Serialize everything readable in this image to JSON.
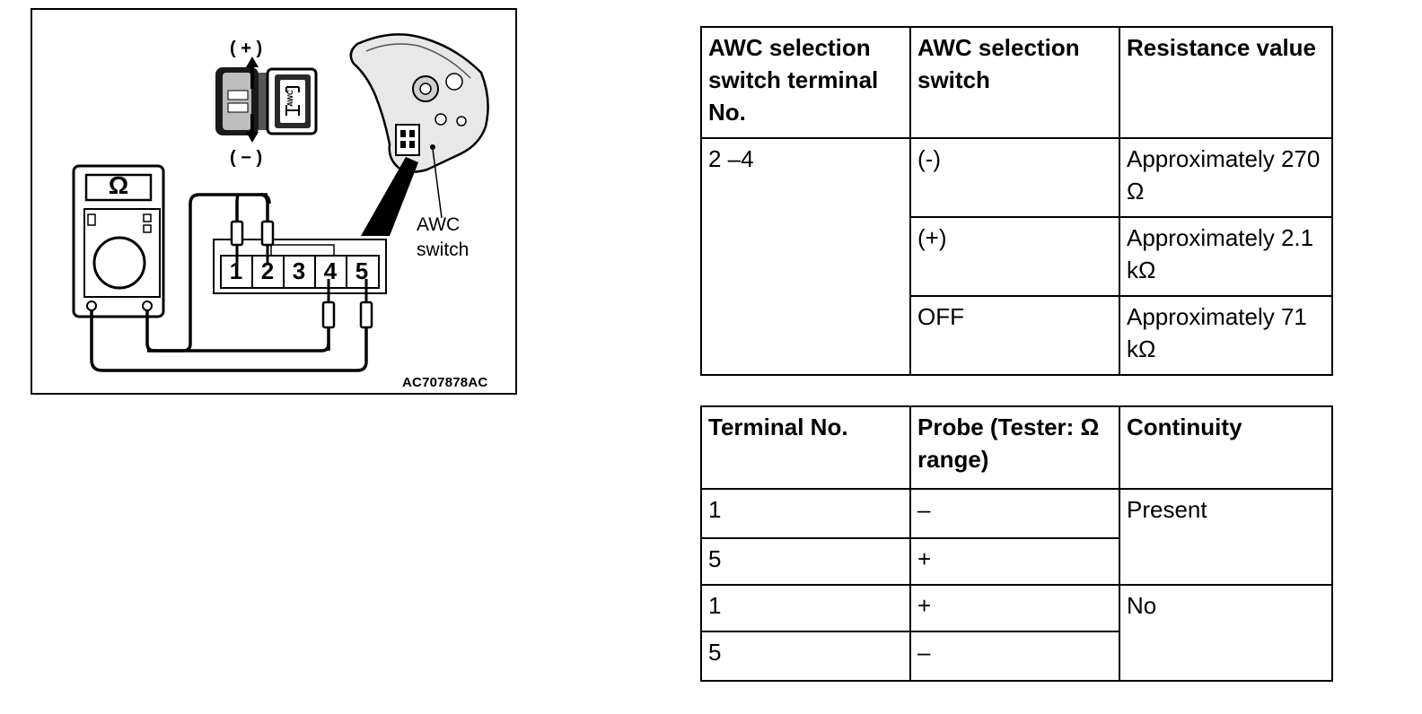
{
  "figure": {
    "id": "AC707878AC",
    "plus_label": "( + )",
    "minus_label": "( − )",
    "ohm_symbol": "Ω",
    "switch_badge": "AWC",
    "callout_line1": "AWC",
    "callout_line2": "switch",
    "connector_terminals": [
      "1",
      "2",
      "3",
      "4",
      "5"
    ]
  },
  "resistance_table": {
    "headers": [
      "AWC selection switch terminal No.",
      "AWC selection switch",
      "Resistance value"
    ],
    "terminal": "2 –4",
    "rows": [
      {
        "position": "(-)",
        "value": "Approximately 270 Ω"
      },
      {
        "position": "(+)",
        "value": "Approximately 2.1 kΩ"
      },
      {
        "position": "OFF",
        "value": "Approximately 71 kΩ"
      }
    ]
  },
  "continuity_table": {
    "headers": [
      "Terminal No.",
      "Probe (Tester: Ω range)",
      "Continuity"
    ],
    "rows": [
      {
        "terminal": "1",
        "probe": "–"
      },
      {
        "terminal": "5",
        "probe": "+"
      },
      {
        "terminal": "1",
        "probe": "+"
      },
      {
        "terminal": "5",
        "probe": "–"
      }
    ],
    "results": [
      "Present",
      "No"
    ]
  }
}
